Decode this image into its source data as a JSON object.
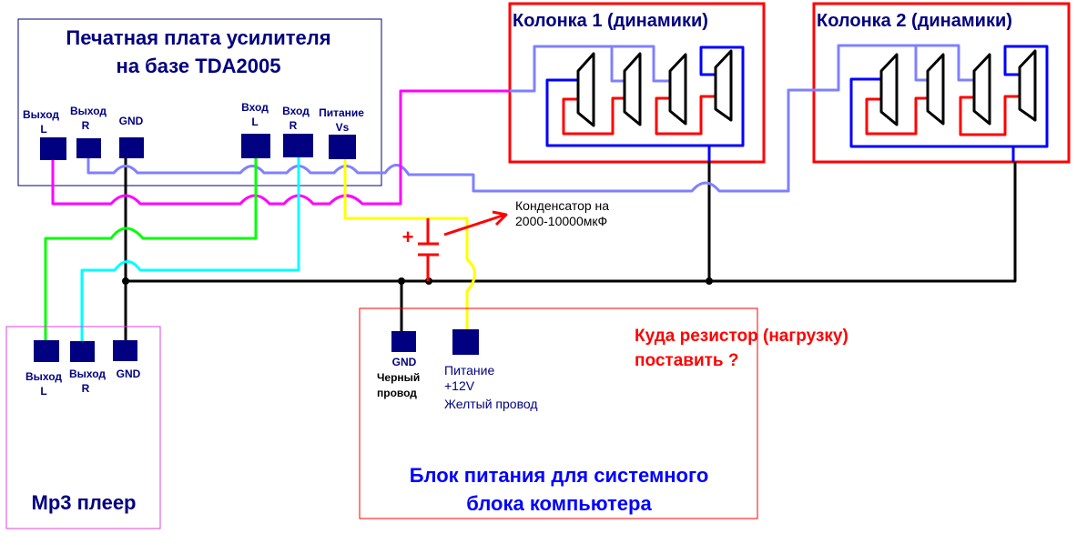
{
  "colors": {
    "amp_border": "#000080",
    "speaker_border": "#ff0000",
    "mp3_border": "#e040e0",
    "psu_border": "#ff0000",
    "pad": "#000080",
    "wire_out_l": "#ff00ff",
    "wire_out_r": "#8080ff",
    "wire_in_l": "#00ff00",
    "wire_in_r": "#00ffff",
    "wire_vs": "#ffff00",
    "wire_gnd": "#000000",
    "speaker_plus": "#ff0000",
    "speaker_minus": "#0000ff",
    "capacitor": "#ff0000",
    "question": "#ff0000",
    "psu_title": "#0000ff"
  },
  "amplifier": {
    "title_line1": "Печатная плата усилителя",
    "title_line2": "на базе TDA2005",
    "pins": [
      {
        "id": "out-l",
        "line1": "Выход",
        "line2": "L"
      },
      {
        "id": "out-r",
        "line1": "Выход",
        "line2": "R"
      },
      {
        "id": "gnd",
        "line1": "GND",
        "line2": ""
      },
      {
        "id": "in-l",
        "line1": "Вход",
        "line2": "L"
      },
      {
        "id": "in-r",
        "line1": "Вход",
        "line2": "R"
      },
      {
        "id": "vs",
        "line1": "Питание",
        "line2": "Vs"
      }
    ]
  },
  "speaker1": {
    "title": "Колонка 1 (динамики)",
    "drivers": 4
  },
  "speaker2": {
    "title": "Колонка 2 (динамики)",
    "drivers": 4
  },
  "capacitor": {
    "polarity": "+",
    "label_line1": "Конденсатор на",
    "label_line2": "2000-10000мкФ"
  },
  "mp3": {
    "title": "Mp3 плеер",
    "pins": [
      {
        "id": "out-l",
        "line1": "Выход",
        "line2": "L"
      },
      {
        "id": "out-r",
        "line1": "Выход",
        "line2": "R"
      },
      {
        "id": "gnd",
        "line1": "GND",
        "line2": ""
      }
    ]
  },
  "psu": {
    "title_line1": "Блок питания для системного",
    "title_line2": "блока компьютера",
    "gnd_label": "GND",
    "gnd_desc_line1": "Черный",
    "gnd_desc_line2": "провод",
    "power_line1": "Питание",
    "power_line2": "+12V",
    "power_line3": "Желтый провод"
  },
  "question": {
    "line1": "Куда резистор (нагрузку)",
    "line2": "поставить ?"
  }
}
